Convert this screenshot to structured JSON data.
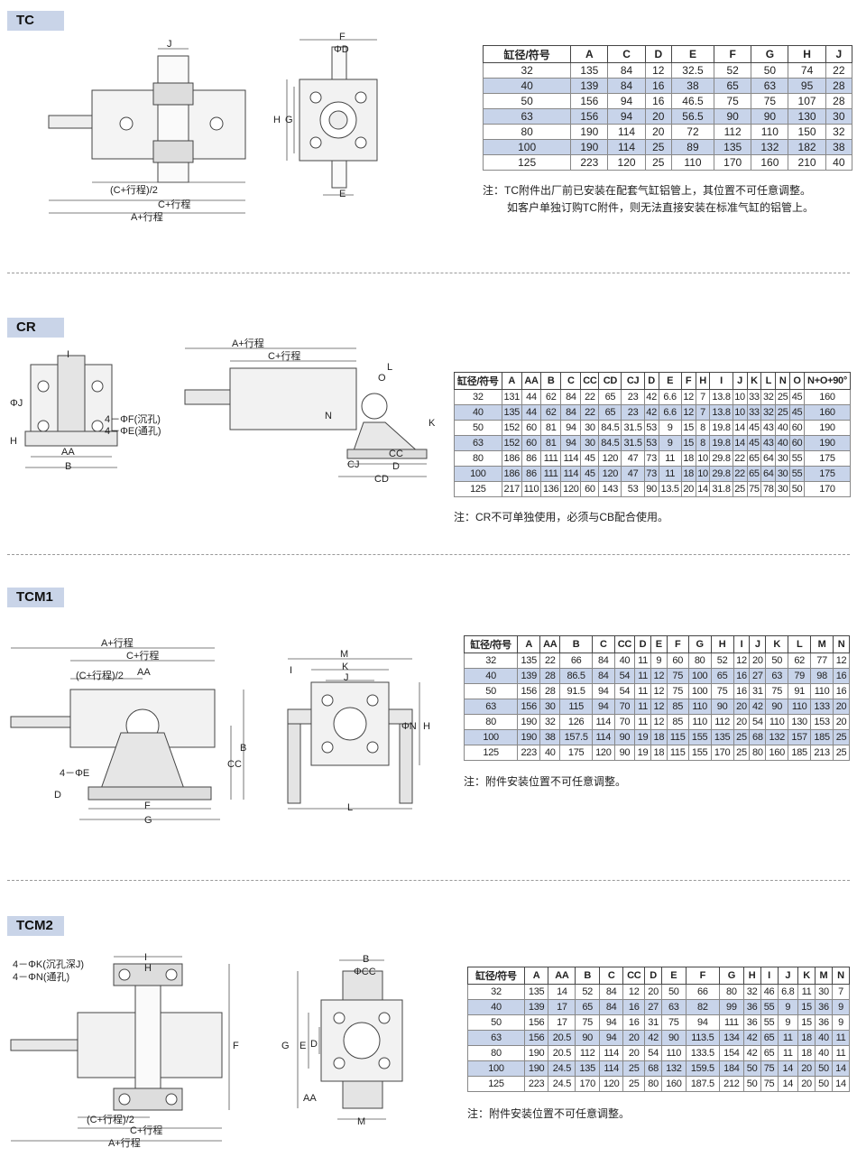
{
  "sections": [
    {
      "id": "TC",
      "title": "TC",
      "headers": [
        "缸径/符号",
        "A",
        "C",
        "D",
        "E",
        "F",
        "G",
        "H",
        "J"
      ],
      "rows": [
        [
          "32",
          "135",
          "84",
          "12",
          "32.5",
          "52",
          "50",
          "74",
          "22"
        ],
        [
          "40",
          "139",
          "84",
          "16",
          "38",
          "65",
          "63",
          "95",
          "28"
        ],
        [
          "50",
          "156",
          "94",
          "16",
          "46.5",
          "75",
          "75",
          "107",
          "28"
        ],
        [
          "63",
          "156",
          "94",
          "20",
          "56.5",
          "90",
          "90",
          "130",
          "30"
        ],
        [
          "80",
          "190",
          "114",
          "20",
          "72",
          "112",
          "110",
          "150",
          "32"
        ],
        [
          "100",
          "190",
          "114",
          "25",
          "89",
          "135",
          "132",
          "182",
          "38"
        ],
        [
          "125",
          "223",
          "120",
          "25",
          "110",
          "170",
          "160",
          "210",
          "40"
        ]
      ],
      "note": [
        "注：TC附件出厂前已安装在配套气缸铝管上，其位置不可任意调整。",
        "如客户单独订购TC附件，则无法直接安装在标准气缸的铝管上。"
      ],
      "labels": {
        "j": "J",
        "a": "A+行程",
        "c": "C+行程",
        "c2": "(C+行程)/2",
        "f": "F",
        "phid": "ΦD",
        "h": "H",
        "g": "G",
        "e": "E"
      }
    },
    {
      "id": "CR",
      "title": "CR",
      "headers": [
        "缸径/符号",
        "A",
        "AA",
        "B",
        "C",
        "CC",
        "CD",
        "CJ",
        "D",
        "E",
        "F",
        "H",
        "I",
        "J",
        "K",
        "L",
        "N",
        "O",
        "N+O+90°"
      ],
      "rows": [
        [
          "32",
          "131",
          "44",
          "62",
          "84",
          "22",
          "65",
          "23",
          "42",
          "6.6",
          "12",
          "7",
          "13.8",
          "10",
          "33",
          "32",
          "25",
          "45",
          "160"
        ],
        [
          "40",
          "135",
          "44",
          "62",
          "84",
          "22",
          "65",
          "23",
          "42",
          "6.6",
          "12",
          "7",
          "13.8",
          "10",
          "33",
          "32",
          "25",
          "45",
          "160"
        ],
        [
          "50",
          "152",
          "60",
          "81",
          "94",
          "30",
          "84.5",
          "31.5",
          "53",
          "9",
          "15",
          "8",
          "19.8",
          "14",
          "45",
          "43",
          "40",
          "60",
          "190"
        ],
        [
          "63",
          "152",
          "60",
          "81",
          "94",
          "30",
          "84.5",
          "31.5",
          "53",
          "9",
          "15",
          "8",
          "19.8",
          "14",
          "45",
          "43",
          "40",
          "60",
          "190"
        ],
        [
          "80",
          "186",
          "86",
          "111",
          "114",
          "45",
          "120",
          "47",
          "73",
          "11",
          "18",
          "10",
          "29.8",
          "22",
          "65",
          "64",
          "30",
          "55",
          "175"
        ],
        [
          "100",
          "186",
          "86",
          "111",
          "114",
          "45",
          "120",
          "47",
          "73",
          "11",
          "18",
          "10",
          "29.8",
          "22",
          "65",
          "64",
          "30",
          "55",
          "175"
        ],
        [
          "125",
          "217",
          "110",
          "136",
          "120",
          "60",
          "143",
          "53",
          "90",
          "13.5",
          "20",
          "14",
          "31.8",
          "25",
          "75",
          "78",
          "30",
          "50",
          "170"
        ]
      ],
      "note": [
        "注：CR不可单独使用，必须与CB配合使用。"
      ],
      "labels": {
        "i": "I",
        "phij": "ΦJ",
        "h": "H",
        "aa": "AA",
        "b": "B",
        "f": "4－ΦF(沉孔)",
        "e": "4－ΦE(通孔)",
        "a": "A+行程",
        "c": "C+行程",
        "l": "L",
        "o": "O",
        "n": "N",
        "k": "K",
        "cc": "CC",
        "d": "D",
        "cj": "CJ",
        "cd": "CD"
      }
    },
    {
      "id": "TCM1",
      "title": "TCM1",
      "headers": [
        "缸径/符号",
        "A",
        "AA",
        "B",
        "C",
        "CC",
        "D",
        "E",
        "F",
        "G",
        "H",
        "I",
        "J",
        "K",
        "L",
        "M",
        "N"
      ],
      "rows": [
        [
          "32",
          "135",
          "22",
          "66",
          "84",
          "40",
          "11",
          "9",
          "60",
          "80",
          "52",
          "12",
          "20",
          "50",
          "62",
          "77",
          "12"
        ],
        [
          "40",
          "139",
          "28",
          "86.5",
          "84",
          "54",
          "11",
          "12",
          "75",
          "100",
          "65",
          "16",
          "27",
          "63",
          "79",
          "98",
          "16"
        ],
        [
          "50",
          "156",
          "28",
          "91.5",
          "94",
          "54",
          "11",
          "12",
          "75",
          "100",
          "75",
          "16",
          "31",
          "75",
          "91",
          "110",
          "16"
        ],
        [
          "63",
          "156",
          "30",
          "115",
          "94",
          "70",
          "11",
          "12",
          "85",
          "110",
          "90",
          "20",
          "42",
          "90",
          "110",
          "133",
          "20"
        ],
        [
          "80",
          "190",
          "32",
          "126",
          "114",
          "70",
          "11",
          "12",
          "85",
          "110",
          "112",
          "20",
          "54",
          "110",
          "130",
          "153",
          "20"
        ],
        [
          "100",
          "190",
          "38",
          "157.5",
          "114",
          "90",
          "19",
          "18",
          "115",
          "155",
          "135",
          "25",
          "68",
          "132",
          "157",
          "185",
          "25"
        ],
        [
          "125",
          "223",
          "40",
          "175",
          "120",
          "90",
          "19",
          "18",
          "115",
          "155",
          "170",
          "25",
          "80",
          "160",
          "185",
          "213",
          "25"
        ]
      ],
      "note": [
        "注：附件安装位置不可任意调整。"
      ],
      "labels": {
        "a": "A+行程",
        "c": "C+行程",
        "c2": "(C+行程)/2",
        "aa": "AA",
        "b": "B",
        "cc": "CC",
        "e": "4－ΦE",
        "d": "D",
        "f": "F",
        "g": "G",
        "m": "M",
        "i": "I",
        "k": "K",
        "j": "J",
        "phin": "ΦN",
        "h": "H",
        "l": "L"
      }
    },
    {
      "id": "TCM2",
      "title": "TCM2",
      "headers": [
        "缸径/符号",
        "A",
        "AA",
        "B",
        "C",
        "CC",
        "D",
        "E",
        "F",
        "G",
        "H",
        "I",
        "J",
        "K",
        "M",
        "N"
      ],
      "rows": [
        [
          "32",
          "135",
          "14",
          "52",
          "84",
          "12",
          "20",
          "50",
          "66",
          "80",
          "32",
          "46",
          "6.8",
          "11",
          "30",
          "7"
        ],
        [
          "40",
          "139",
          "17",
          "65",
          "84",
          "16",
          "27",
          "63",
          "82",
          "99",
          "36",
          "55",
          "9",
          "15",
          "36",
          "9"
        ],
        [
          "50",
          "156",
          "17",
          "75",
          "94",
          "16",
          "31",
          "75",
          "94",
          "111",
          "36",
          "55",
          "9",
          "15",
          "36",
          "9"
        ],
        [
          "63",
          "156",
          "20.5",
          "90",
          "94",
          "20",
          "42",
          "90",
          "113.5",
          "134",
          "42",
          "65",
          "11",
          "18",
          "40",
          "11"
        ],
        [
          "80",
          "190",
          "20.5",
          "112",
          "114",
          "20",
          "54",
          "110",
          "133.5",
          "154",
          "42",
          "65",
          "11",
          "18",
          "40",
          "11"
        ],
        [
          "100",
          "190",
          "24.5",
          "135",
          "114",
          "25",
          "68",
          "132",
          "159.5",
          "184",
          "50",
          "75",
          "14",
          "20",
          "50",
          "14"
        ],
        [
          "125",
          "223",
          "24.5",
          "170",
          "120",
          "25",
          "80",
          "160",
          "187.5",
          "212",
          "50",
          "75",
          "14",
          "20",
          "50",
          "14"
        ]
      ],
      "note": [
        "注：附件安装位置不可任意调整。"
      ],
      "labels": {
        "k": "4－ΦK(沉孔深J)",
        "n": "4－ΦN(通孔)",
        "i": "I",
        "h": "H",
        "f": "F",
        "c2": "(C+行程)/2",
        "c": "C+行程",
        "a": "A+行程",
        "b": "B",
        "phicc": "ΦCC",
        "g": "G",
        "e": "E",
        "d": "D",
        "aa": "AA",
        "m": "M"
      }
    }
  ]
}
